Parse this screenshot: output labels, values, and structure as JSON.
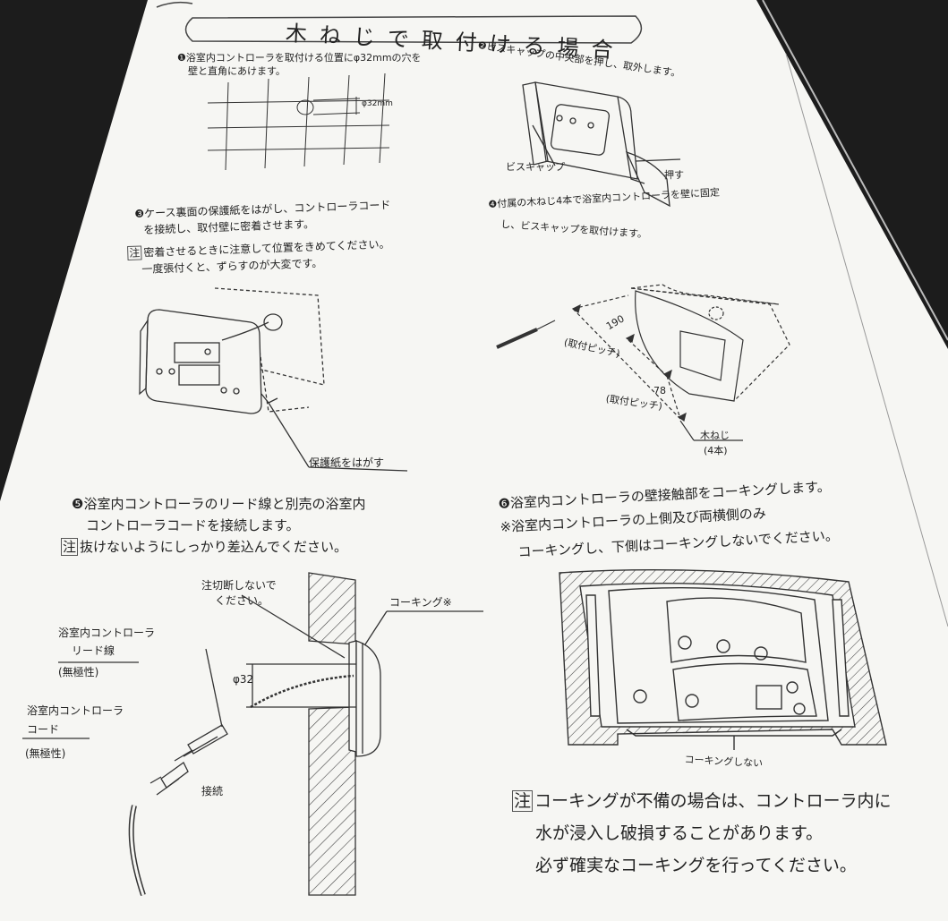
{
  "title": "木ねじで取付ける場合",
  "steps": [
    {
      "num": "❶",
      "lines": [
        "浴室内コントローラを取付ける位置にφ32mmの穴を",
        "壁と直角にあけます。"
      ]
    },
    {
      "num": "❷",
      "lines": [
        "ビスキャップの中央部を押し、取外します。"
      ]
    },
    {
      "num": "❸",
      "lines": [
        "ケース裏面の保護紙をはがし、コントローラコード",
        "を接続し、取付壁に密着させます。"
      ],
      "note": [
        "密着させるときに注意して位置をきめてください。",
        "一度張付くと、ずらすのが大変です。"
      ]
    },
    {
      "num": "❹",
      "lines": [
        "付属の木ねじ4本で浴室内コントローラを壁に固定",
        "し、ビスキャップを取付けます。"
      ]
    },
    {
      "num": "❺",
      "lines": [
        "浴室内コントローラのリード線と別売の浴室内",
        "コントローラコードを接続します。"
      ],
      "note": [
        "抜けないようにしっかり差込んでください。"
      ]
    },
    {
      "num": "❻",
      "lines": [
        "浴室内コントローラの壁接触部をコーキングします。",
        "※浴室内コントローラの上側及び両横側のみ",
        "コーキングし、下側はコーキングしないでください。"
      ]
    }
  ],
  "note_mark": "注",
  "labels": {
    "hole_dim": "φ32mm",
    "bis_cap": "ビスキャップ",
    "push": "押す",
    "protective_paper": "保護紙をはがす",
    "pitch_190": "190",
    "pitch_label": "(取付ピッチ)",
    "pitch_78": "78",
    "wood_screw": "木ねじ",
    "four_pcs": "(4本)",
    "no_cut_1": "注切断しないで",
    "no_cut_2": "ください。",
    "caulking_mark": "コーキング※",
    "lead_wire_1": "浴室内コントローラ",
    "lead_wire_2": "リード線",
    "nonpolar": "(無極性)",
    "cord_1": "浴室内コントローラ",
    "cord_2": "コード",
    "phi32": "φ32",
    "connect": "接続",
    "no_caulking": "コーキングしない"
  },
  "final_note": [
    "コーキングが不備の場合は、コントローラ内に",
    "水が浸入し破損することがあります。",
    "必ず確実なコーキングを行ってください。"
  ]
}
